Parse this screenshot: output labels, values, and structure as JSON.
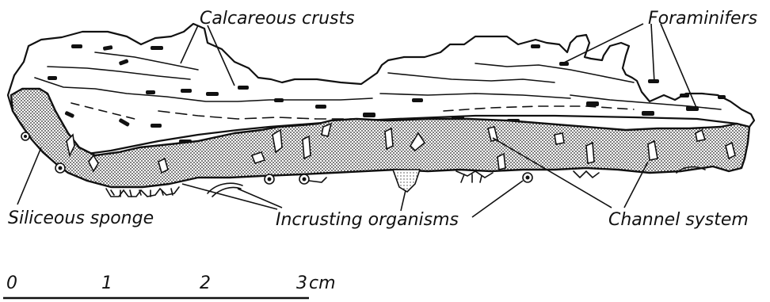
{
  "labels": {
    "calcareous_crusts": "Calcareous crusts",
    "foraminifers": "Foraminifers",
    "siliceous_sponge": "Siliceous sponge",
    "incrusting_organisms": "Incrusting organisms",
    "channel_system": "Channel system"
  },
  "scale": {
    "ticks": [
      "0",
      "1",
      "2",
      "3"
    ],
    "unit": "cm"
  },
  "colors": {
    "ink": "#111111",
    "paper": "#ffffff"
  }
}
